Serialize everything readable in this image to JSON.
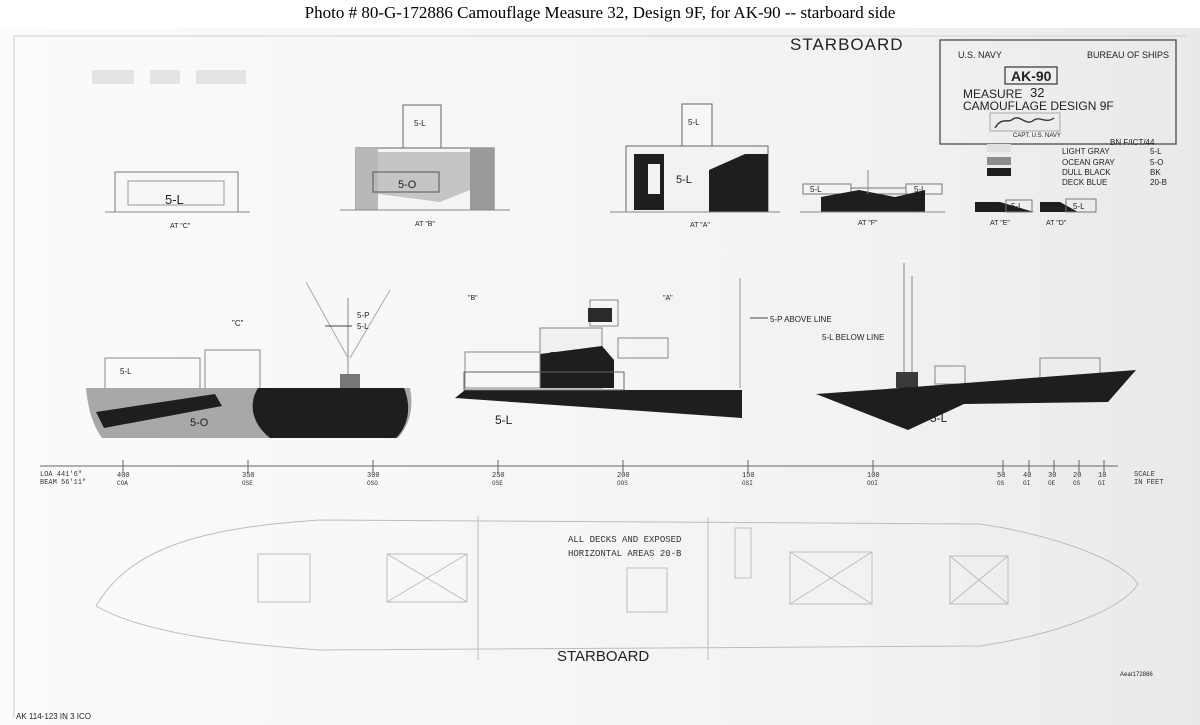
{
  "caption": "Photo #  80-G-172886     Camouflage Measure 32, Design 9F, for AK-90 -- starboard side",
  "drawing": {
    "side_title": "STARBOARD",
    "bottom_label": "STARBOARD",
    "title_block": {
      "left_heading": "U.S. NAVY",
      "right_heading": "BUREAU OF SHIPS",
      "hull_number": "AK-90",
      "measure_label": "MEASURE",
      "measure_number": "32",
      "design_line": "CAMOUFLAGE DESIGN 9F",
      "approved_note": "CAPT. U.S. NAVY",
      "date_note": "BN  F/ICT/44"
    },
    "legend": [
      {
        "name": "LIGHT GRAY",
        "code": "5-L",
        "color": "#c9c9c9"
      },
      {
        "name": "OCEAN GRAY",
        "code": "5-O",
        "color": "#8c8c8c"
      },
      {
        "name": "DULL BLACK",
        "code": "BK",
        "color": "#1e1e1e"
      },
      {
        "name": "DECK BLUE",
        "code": "20-B",
        "color": "#3a3a3a"
      }
    ],
    "sections": [
      {
        "caption": "AT \"C\"",
        "label": "5-L"
      },
      {
        "caption": "AT \"B\"",
        "top_label": "5-L",
        "label": "5-O"
      },
      {
        "caption": "AT \"A\"",
        "top_label": "5-L",
        "label": "5-L"
      },
      {
        "caption": "AT \"F\"",
        "labels": [
          "5-L",
          "5-L",
          "5-L"
        ]
      },
      {
        "caption": "AT \"E\"",
        "label": "5-L"
      },
      {
        "caption": "AT \"D\"",
        "label": "5-L"
      }
    ],
    "profile": {
      "callout_kingpost": [
        "5-P",
        "5-L"
      ],
      "callout_above_line": "5-P ABOVE LINE",
      "callout_below_line": "5-L BELOW LINE",
      "hull_labels": [
        "5-O",
        "5-L",
        "5-L",
        "5-L",
        "5-L",
        "5-L"
      ],
      "section_marks": [
        "\"C\"",
        "\"B\"",
        "\"A\""
      ]
    },
    "scale": {
      "left_label_1": "LOA 441'6\"",
      "left_label_2": "BEAM 56'11\"",
      "ticks": [
        {
          "value": "400",
          "sub": "COA"
        },
        {
          "value": "350",
          "sub": "OSE"
        },
        {
          "value": "300",
          "sub": "OSO"
        },
        {
          "value": "250",
          "sub": "OSE"
        },
        {
          "value": "200",
          "sub": "OOS"
        },
        {
          "value": "150",
          "sub": "OSI"
        },
        {
          "value": "100",
          "sub": "OOI"
        },
        {
          "value": "50",
          "sub": "OS"
        },
        {
          "value": "40",
          "sub": "OI"
        },
        {
          "value": "30",
          "sub": "OE"
        },
        {
          "value": "20",
          "sub": "OS"
        },
        {
          "value": "10",
          "sub": "OI"
        }
      ],
      "right_label_1": "SCALE",
      "right_label_2": "IN FEET"
    },
    "plan_note_1": "ALL DECKS AND EXPOSED",
    "plan_note_2": "HORIZONTAL AREAS 20-B",
    "footer_left": "AK 114-123 IN 3 ICO",
    "footer_right": "Aear172886"
  }
}
